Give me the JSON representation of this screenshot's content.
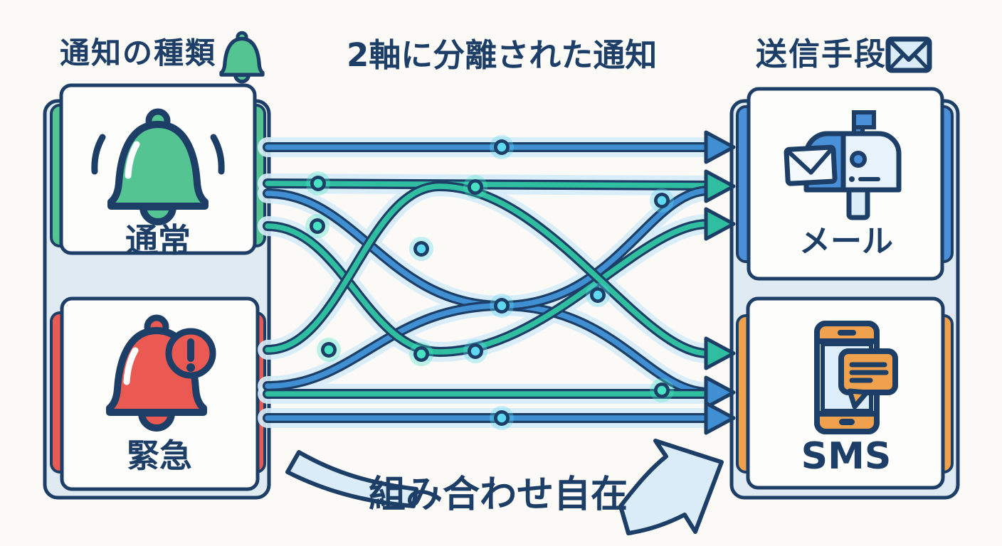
{
  "header": {
    "title_left": "通知の種類",
    "title_center": "2軸に分離された通知",
    "title_right": "送信手段"
  },
  "left_column": {
    "heading": "通知の種類",
    "boxes": [
      {
        "id": "normal",
        "label": "通常",
        "icon": "bell-icon",
        "accent": "#55c493"
      },
      {
        "id": "urgent",
        "label": "緊急",
        "icon": "alert-bell-icon",
        "accent": "#e95a52"
      }
    ]
  },
  "right_column": {
    "heading": "送信手段",
    "boxes": [
      {
        "id": "mail",
        "label": "メール",
        "icon": "mailbox-icon",
        "accent": "#4a90d8"
      },
      {
        "id": "sms",
        "label": "SMS",
        "icon": "phone-sms-icon",
        "accent": "#f0a14e"
      }
    ]
  },
  "banner": {
    "label": "組み合わせ自在",
    "icon": "curved-arrow-icon"
  },
  "connections": [
    {
      "from": "通常",
      "to": "メール"
    },
    {
      "from": "通常",
      "to": "SMS"
    },
    {
      "from": "緊急",
      "to": "メール"
    },
    {
      "from": "緊急",
      "to": "SMS"
    }
  ],
  "palette": {
    "bg": "#fbfaf7",
    "navy": "#1d3e66",
    "frame": "#dfeaf3",
    "card": "#fdfdfb",
    "lightblue": "#d9ecf8",
    "green": "#55c493",
    "red": "#ea5a52",
    "blue": "#4a90d8",
    "orange": "#f0a14e",
    "line_blue": "#3f8fd2",
    "line_teal": "#2fbfa0",
    "glow": "#d6ecf9",
    "dot_cyan": "#5fd8f2",
    "dot_mint": "#47e2c2",
    "icon_screen": "#ddeefa",
    "icon_body": "#e8f2fb",
    "white": "#ffffff"
  }
}
